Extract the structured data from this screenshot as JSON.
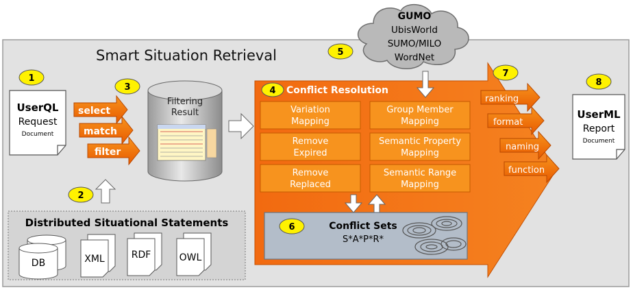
{
  "title": "Smart Situation Retrieval",
  "gumo": {
    "title": "GUMO",
    "line1": "UbisWorld",
    "line2": "SUMO/MILO",
    "line3": "WordNet"
  },
  "badges": [
    "1",
    "2",
    "3",
    "4",
    "5",
    "6",
    "7",
    "8"
  ],
  "userql": {
    "name": "UserQL",
    "kind": "Request",
    "doc": "Document"
  },
  "userml": {
    "name": "UserML",
    "kind": "Report",
    "doc": "Document"
  },
  "query_ops": [
    "select",
    "match",
    "filter"
  ],
  "filtering": {
    "line1": "Filtering",
    "line2": "Result"
  },
  "conflict": {
    "title": "Conflict Resolution",
    "cells": [
      {
        "l1": "Variation",
        "l2": "Mapping"
      },
      {
        "l1": "Group Member",
        "l2": "Mapping"
      },
      {
        "l1": "Remove",
        "l2": "Expired"
      },
      {
        "l1": "Semantic Property",
        "l2": "Mapping"
      },
      {
        "l1": "Remove",
        "l2": "Replaced"
      },
      {
        "l1": "Semantic Range",
        "l2": "Mapping"
      }
    ],
    "sets_title": "Conflict Sets",
    "sets_formula": "S*A*P*R*"
  },
  "output_ops": [
    "ranking",
    "format",
    "naming",
    "function"
  ],
  "distributed": {
    "title": "Distributed Situational Statements",
    "stores": [
      "DB",
      "XML",
      "RDF",
      "OWL"
    ]
  },
  "colors": {
    "orange": "#f26a10",
    "orange_dark": "#d45500",
    "cell": "#f7931e",
    "badge": "#fff200",
    "panel": "#e0e0e0",
    "sets_bg": "#b3bdc9"
  }
}
